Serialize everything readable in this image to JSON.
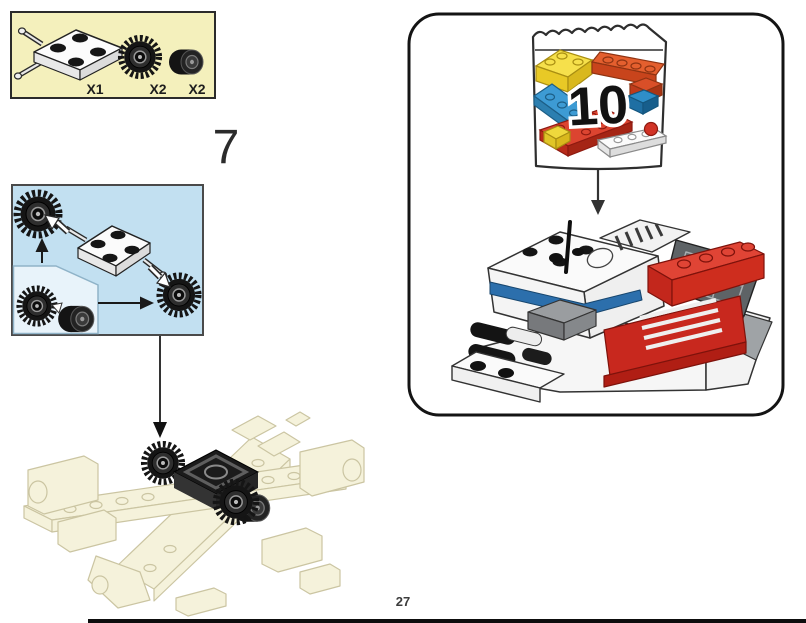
{
  "step_number": "7",
  "page_number": "27",
  "parts_panel": {
    "bg_color": "#F4F0BC",
    "border_color": "#2B2B2B",
    "parts": [
      {
        "icon": "plate-2x2-with-pins-icon",
        "count": "X1"
      },
      {
        "icon": "gear-wheel-icon",
        "count": "X2"
      },
      {
        "icon": "tire-icon",
        "count": "X2"
      }
    ]
  },
  "callout_panel": {
    "bg_color": "#C2E0F1",
    "inset_bg_color": "#E8F3FA",
    "border_color": "#4A4A4A",
    "icons": [
      "gear-wheel-icon",
      "plate-2x2-with-pins-icon",
      "gear-wheel-icon",
      "gear-wheel-icon",
      "tire-icon"
    ]
  },
  "bag_panel": {
    "bag_number": "10",
    "border_color": "#141414",
    "bag_brick_colors": [
      "#EFD93F",
      "#DE5A2F",
      "#3C98D2",
      "#D8402E",
      "#FBFBFB"
    ]
  },
  "ghost_assembly": {
    "fill": "#F5F2DB",
    "outline": "#CBC5A2"
  },
  "model_colors": {
    "hull_white": "#F6F6F6",
    "accent_red": "#DD3A2B",
    "base_red": "#C8281E",
    "stripe_blue": "#2C6FAC",
    "deck_gray": "#5E6366",
    "engine_gray": "#9A9DA0"
  },
  "footer": {
    "bar_color": "#0D0D0D"
  }
}
